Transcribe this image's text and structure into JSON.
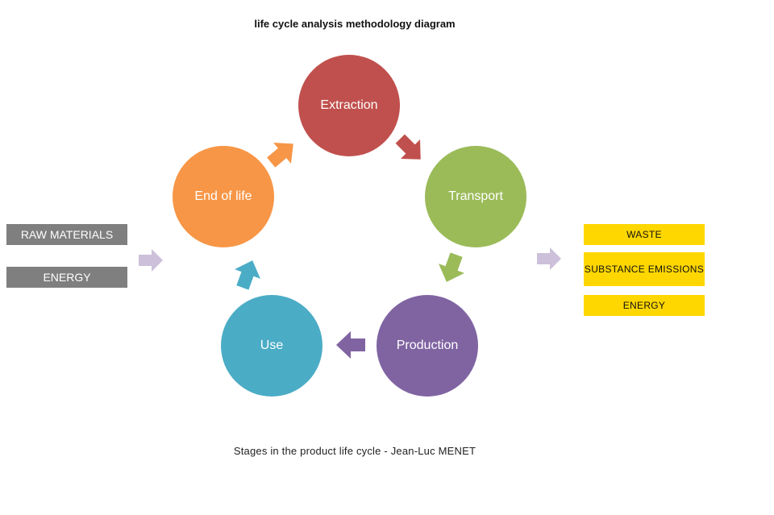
{
  "title": "life cycle analysis methodology diagram",
  "caption": "Stages in the product life cycle - Jean-Luc MENET",
  "stages": [
    {
      "id": "extraction",
      "label": "Extraction",
      "color": "#c0504d"
    },
    {
      "id": "transport",
      "label": "Transport",
      "color": "#9bbb59"
    },
    {
      "id": "production",
      "label": "Production",
      "color": "#8064a2"
    },
    {
      "id": "use",
      "label": "Use",
      "color": "#4bacc6"
    },
    {
      "id": "end-of-life",
      "label": "End of life",
      "color": "#f79646"
    }
  ],
  "inputs": [
    {
      "label": "RAW MATERIALS"
    },
    {
      "label": "ENERGY"
    }
  ],
  "outputs": [
    {
      "label": "WASTE"
    },
    {
      "label": "SUBSTANCE EMISSIONS"
    },
    {
      "label": "ENERGY"
    }
  ],
  "colors": {
    "input_box": "#7f7f7f",
    "output_box": "#ffd700",
    "flow_arrow": "#ccc0da"
  }
}
